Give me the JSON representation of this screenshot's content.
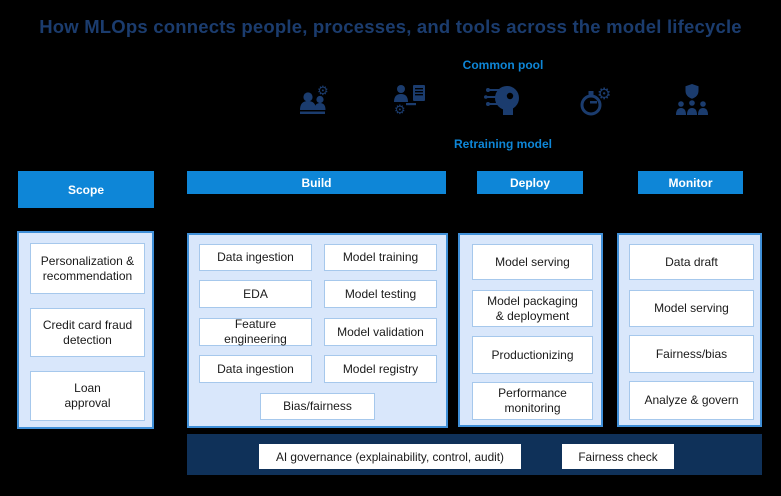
{
  "title": "How MLOps connects people, processes, and tools across the model lifecycle",
  "labels": {
    "common_pool": "Common pool",
    "retraining_model": "Retraining model"
  },
  "icons": [
    "people-collaboration-gear",
    "person-documents-gear",
    "ai-head-circuit",
    "stopwatch-gear",
    "people-shield-governance"
  ],
  "stages": [
    {
      "id": "scope",
      "header": "Scope",
      "items": [
        "Personalization & recommendation",
        "Credit card fraud detection",
        "Loan approval"
      ]
    },
    {
      "id": "build",
      "header": "Build",
      "left_items": [
        "Data ingestion",
        "EDA",
        "Feature engineering",
        "Data ingestion"
      ],
      "right_items": [
        "Model training",
        "Model testing",
        "Model validation",
        "Model registry"
      ],
      "bottom_item": "Bias/fairness"
    },
    {
      "id": "deploy",
      "header": "Deploy",
      "items": [
        "Model serving",
        "Model packaging & deployment",
        "Productionizing",
        "Performance monitoring"
      ]
    },
    {
      "id": "monitor",
      "header": "Monitor",
      "items": [
        "Data draft",
        "Model serving",
        "Fairness/bias",
        "Analyze & govern"
      ]
    }
  ],
  "governance_bar": {
    "items": [
      "AI governance (explainability, control, audit)",
      "Fairness check"
    ]
  },
  "colors": {
    "accent_blue": "#0e86d7",
    "title_navy": "#1b3c6e",
    "panel_fill": "#d9e7fb",
    "panel_border": "#4090d8",
    "box_border": "#a6c8ec",
    "bar_navy": "#0f3159",
    "background": "#000000",
    "text_dark": "#1a1a1a"
  }
}
